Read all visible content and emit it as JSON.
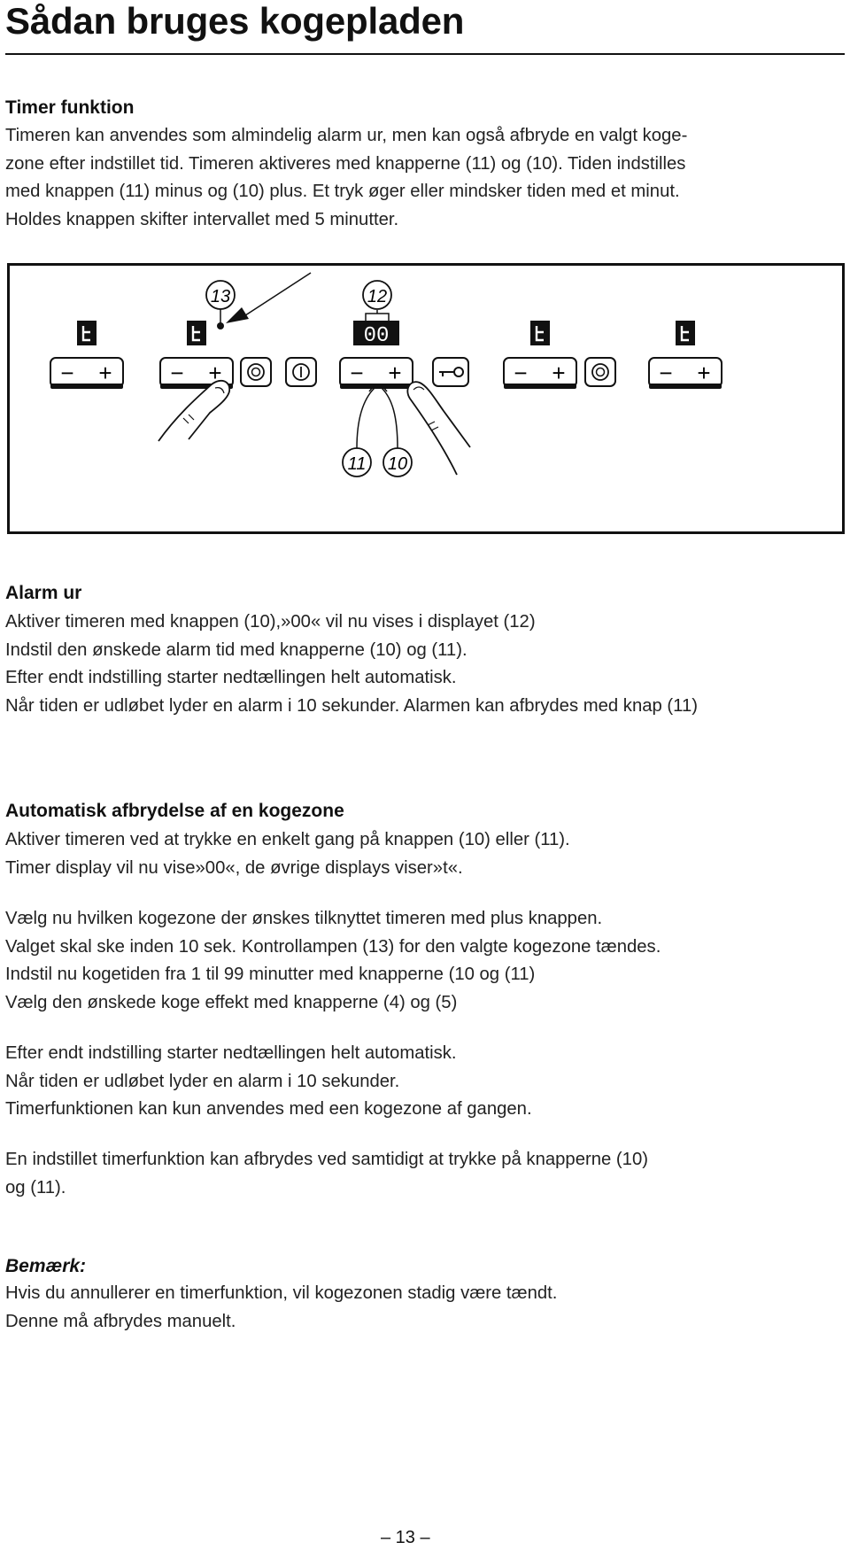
{
  "page": {
    "title": "Sådan bruges kogepladen",
    "page_number": "– 13 –"
  },
  "timer": {
    "heading": "Timer funktion",
    "lines": [
      "Timeren kan anvendes som almindelig alarm ur, men kan også afbryde en valgt koge-",
      "zone efter indstillet tid. Timeren aktiveres med knapperne (11) og (10). Tiden indstilles",
      "med knappen (11) minus og (10) plus. Et tryk øger eller mindsker tiden med et minut.",
      "Holdes knappen skifter intervallet med 5 minutter."
    ]
  },
  "figure": {
    "callouts": [
      "13",
      "12",
      "11",
      "10"
    ],
    "display_t": "t",
    "display_timer": "00",
    "minus": "−",
    "plus": "+",
    "icons": [
      "display-t-icon",
      "minus-plus-icon",
      "zone-icon",
      "power-icon",
      "key-lock-icon",
      "finger-icon"
    ]
  },
  "alarm": {
    "heading": "Alarm ur",
    "lines": [
      "Aktiver timeren med knappen (10),»00« vil nu vises i displayet (12)",
      "Indstil den ønskede alarm tid med knapperne (10) og (11).",
      "Efter endt indstilling starter nedtællingen helt automatisk.",
      "Når tiden er udløbet lyder en alarm i 10 sekunder. Alarmen kan afbrydes med knap (11)"
    ]
  },
  "auto": {
    "heading": "Automatisk afbrydelse af en kogezone",
    "block1": [
      "Aktiver timeren ved at trykke en enkelt gang på knappen (10) eller (11).",
      "Timer display vil nu vise»00«, de øvrige displays viser»t«."
    ],
    "block2": [
      "Vælg nu hvilken kogezone der ønskes tilknyttet timeren med plus knappen.",
      "Valget skal ske inden 10 sek. Kontrollampen (13) for den valgte kogezone tændes.",
      "Indstil nu kogetiden fra 1 til 99 minutter med knapperne (10 og (11)",
      "Vælg den ønskede koge effekt med knapperne (4) og (5)"
    ],
    "block3": [
      "Efter endt indstilling starter nedtællingen helt automatisk.",
      "Når tiden er udløbet lyder en alarm i 10 sekunder.",
      "Timerfunktionen kan kun anvendes med een kogezone af gangen."
    ],
    "block4": [
      "En indstillet timerfunktion kan afbrydes ved samtidigt at trykke på knapperne (10)",
      "og (11)."
    ]
  },
  "note": {
    "heading": "Bemærk:",
    "lines": [
      "Hvis du annullerer en timerfunktion, vil kogezonen stadig være tændt.",
      "Denne må afbrydes manuelt."
    ]
  }
}
